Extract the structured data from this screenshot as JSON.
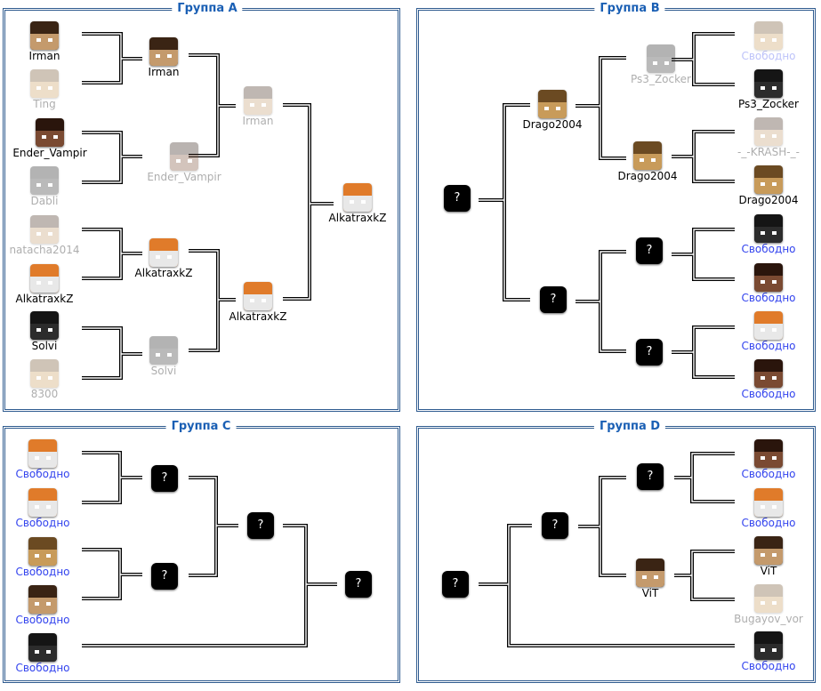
{
  "unknown_mark": "?",
  "groups": [
    {
      "id": "A",
      "title": "Группа A",
      "box": {},
      "nodes": [
        {
          "name": "Irman",
          "skin": "brown",
          "faded": false
        },
        {
          "name": "Ting",
          "skin": "tan",
          "faded": true
        },
        {
          "name": "Ender_Vampir",
          "skin": "dark",
          "faded": false
        },
        {
          "name": "Dabli",
          "skin": "black",
          "faded": true
        },
        {
          "name": "natacha2014",
          "skin": "brown",
          "faded": true
        },
        {
          "name": "AlkatraxkZ",
          "skin": "orange",
          "faded": false
        },
        {
          "name": "Solvi",
          "skin": "black",
          "faded": false
        },
        {
          "name": "8300",
          "skin": "tan",
          "faded": true
        },
        {
          "name": "Irman",
          "skin": "brown",
          "faded": false
        },
        {
          "name": "Ender_Vampir",
          "skin": "dark",
          "faded": true
        },
        {
          "name": "AlkatraxkZ",
          "skin": "orange",
          "faded": false
        },
        {
          "name": "Solvi",
          "skin": "black",
          "faded": true
        },
        {
          "name": "Irman",
          "skin": "brown",
          "faded": true
        },
        {
          "name": "AlkatraxkZ",
          "skin": "orange",
          "faded": false
        },
        {
          "name": "AlkatraxkZ",
          "skin": "orange",
          "faded": false
        }
      ]
    },
    {
      "id": "B",
      "title": "Группа B",
      "nodes": [
        {
          "name": "Свободно",
          "skin": "tan",
          "faded": true,
          "free": true
        },
        {
          "name": "Ps3_Zocker",
          "skin": "black",
          "faded": false
        },
        {
          "name": "-_-KRASH-_-",
          "skin": "brown",
          "faded": true
        },
        {
          "name": "Drago2004",
          "skin": "tan",
          "faded": false
        },
        {
          "name": "Свободно",
          "skin": "black",
          "faded": false,
          "free": true
        },
        {
          "name": "Свободно",
          "skin": "dark",
          "faded": false,
          "free": true
        },
        {
          "name": "Свободно",
          "skin": "orange",
          "faded": false,
          "free": true
        },
        {
          "name": "Свободно",
          "skin": "dark",
          "faded": false,
          "free": true
        },
        {
          "name": "Ps3_Zocker",
          "skin": "black",
          "faded": true
        },
        {
          "name": "Drago2004",
          "skin": "tan",
          "faded": false
        },
        {
          "name": "",
          "skin": "unknown",
          "faded": false
        },
        {
          "name": "",
          "skin": "unknown",
          "faded": false
        },
        {
          "name": "Drago2004",
          "skin": "tan",
          "faded": false
        },
        {
          "name": "",
          "skin": "unknown",
          "faded": false
        },
        {
          "name": "",
          "skin": "unknown",
          "faded": false
        }
      ]
    },
    {
      "id": "C",
      "title": "Группа C",
      "nodes": [
        {
          "name": "Свободно",
          "skin": "orange",
          "faded": false,
          "free": true
        },
        {
          "name": "Свободно",
          "skin": "orange",
          "faded": false,
          "free": true
        },
        {
          "name": "Свободно",
          "skin": "tan",
          "faded": false,
          "free": true
        },
        {
          "name": "Свободно",
          "skin": "brown",
          "faded": false,
          "free": true
        },
        {
          "name": "Свободно",
          "skin": "black",
          "faded": false,
          "free": true
        },
        {
          "name": "",
          "skin": "unknown",
          "faded": false
        },
        {
          "name": "",
          "skin": "unknown",
          "faded": false
        },
        {
          "name": "",
          "skin": "unknown",
          "faded": false
        },
        {
          "name": "",
          "skin": "unknown",
          "faded": false
        }
      ]
    },
    {
      "id": "D",
      "title": "Группа D",
      "nodes": [
        {
          "name": "Свободно",
          "skin": "dark",
          "faded": false,
          "free": true
        },
        {
          "name": "Свободно",
          "skin": "orange",
          "faded": false,
          "free": true
        },
        {
          "name": "ViT",
          "skin": "brown",
          "faded": false
        },
        {
          "name": "Bugayov_vor",
          "skin": "tan",
          "faded": true
        },
        {
          "name": "Свободно",
          "skin": "black",
          "faded": false,
          "free": true
        },
        {
          "name": "",
          "skin": "unknown",
          "faded": false
        },
        {
          "name": "ViT",
          "skin": "brown",
          "faded": false
        },
        {
          "name": "",
          "skin": "unknown",
          "faded": false
        },
        {
          "name": "",
          "skin": "unknown",
          "faded": false
        }
      ]
    }
  ],
  "skin_colors": {
    "brown": {
      "hair": "#3a2414",
      "face": "#c49a6c"
    },
    "tan": {
      "hair": "#6b4a22",
      "face": "#c89b5a"
    },
    "dark": {
      "hair": "#2a150c",
      "face": "#7a4a32"
    },
    "black": {
      "hair": "#151515",
      "face": "#2c2c2c"
    },
    "orange": {
      "hair": "#e07b2a",
      "face": "#e8e8e8"
    }
  },
  "colors": {
    "frame": "#2f5b8f",
    "title": "#1a5fb4",
    "free_name": "#3344ee",
    "line": "#000000"
  }
}
